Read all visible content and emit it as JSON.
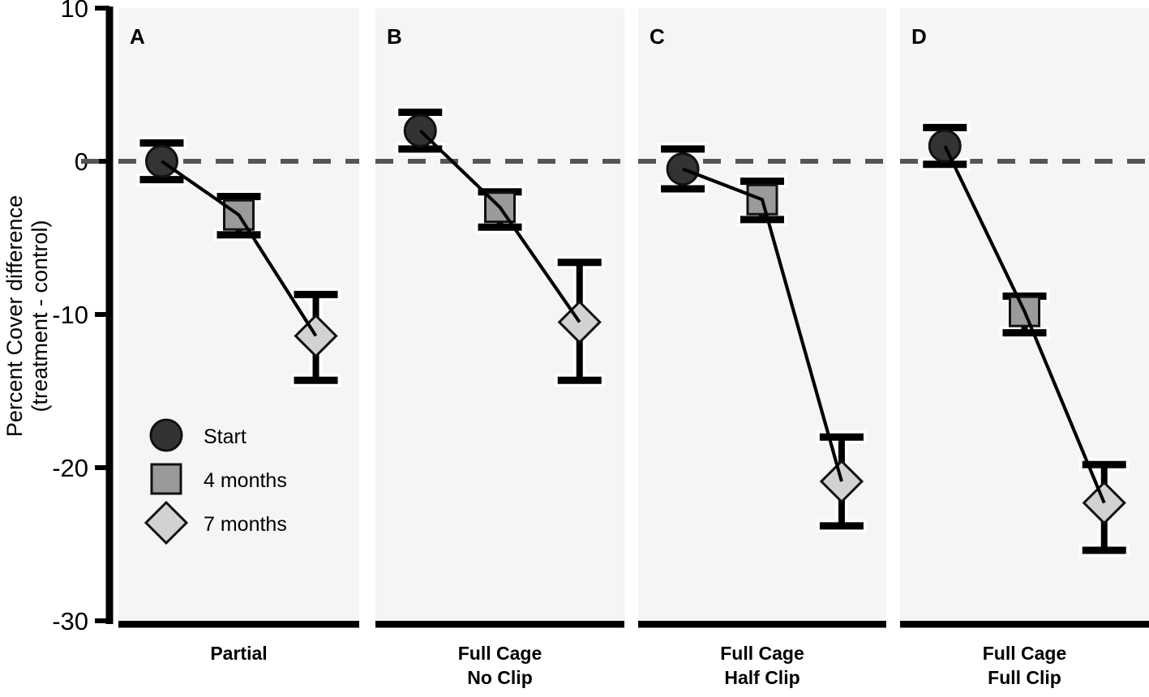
{
  "chart_data": {
    "type": "line",
    "title": "",
    "xlabel": "",
    "ylabel": "Percent Cover difference\n(treatment - control)",
    "ylabel_line1": "Percent Cover difference",
    "ylabel_line2": "(treatment - control)",
    "ylim": [
      -30,
      10
    ],
    "yticks": [
      10,
      0,
      -10,
      -20,
      -30
    ],
    "ytick_labels": [
      "10",
      "0",
      "-10",
      "-20",
      "-30"
    ],
    "grid": false,
    "reference_line": {
      "value": 0,
      "style": "dashed",
      "color": "#555555"
    },
    "legend": {
      "position": "lower-left-panel-A",
      "entries": [
        {
          "label": "Start",
          "marker": "circle",
          "fill": "#333333"
        },
        {
          "label": "4 months",
          "marker": "square",
          "fill": "#9a9a9a"
        },
        {
          "label": "7 months",
          "marker": "diamond",
          "fill": "#d2d2d2"
        }
      ]
    },
    "series": [
      {
        "name": "Start",
        "marker": "circle",
        "fill": "#333333"
      },
      {
        "name": "4 months",
        "marker": "square",
        "fill": "#9a9a9a"
      },
      {
        "name": "7 months",
        "marker": "diamond",
        "fill": "#d2d2d2"
      }
    ],
    "panels": [
      {
        "letter": "A",
        "category": "Partial",
        "category_lines": [
          "Partial"
        ],
        "points": [
          {
            "series": "Start",
            "x": 0.18,
            "value": 0.0,
            "err_low": -1.2,
            "err_high": 1.2
          },
          {
            "series": "4 months",
            "x": 0.5,
            "value": -3.5,
            "err_low": -4.8,
            "err_high": -2.3
          },
          {
            "series": "7 months",
            "x": 0.82,
            "value": -11.4,
            "err_low": -14.3,
            "err_high": -8.7
          }
        ]
      },
      {
        "letter": "B",
        "category": "Full Cage No Clip",
        "category_lines": [
          "Full Cage",
          "No Clip"
        ],
        "points": [
          {
            "series": "Start",
            "x": 0.18,
            "value": 2.0,
            "err_low": 0.8,
            "err_high": 3.2
          },
          {
            "series": "4 months",
            "x": 0.5,
            "value": -3.0,
            "err_low": -4.3,
            "err_high": -2.0
          },
          {
            "series": "7 months",
            "x": 0.82,
            "value": -10.5,
            "err_low": -14.3,
            "err_high": -6.6
          }
        ]
      },
      {
        "letter": "C",
        "category": "Full Cage Half Clip",
        "category_lines": [
          "Full Cage",
          "Half Clip"
        ],
        "points": [
          {
            "series": "Start",
            "x": 0.18,
            "value": -0.5,
            "err_low": -1.8,
            "err_high": 0.8
          },
          {
            "series": "4 months",
            "x": 0.5,
            "value": -2.5,
            "err_low": -3.8,
            "err_high": -1.3
          },
          {
            "series": "7 months",
            "x": 0.82,
            "value": -20.9,
            "err_low": -23.8,
            "err_high": -18.0
          }
        ]
      },
      {
        "letter": "D",
        "category": "Full Cage Full Clip",
        "category_lines": [
          "Full Cage",
          "Full Clip"
        ],
        "points": [
          {
            "series": "Start",
            "x": 0.18,
            "value": 1.0,
            "err_low": -0.2,
            "err_high": 2.2
          },
          {
            "series": "4 months",
            "x": 0.5,
            "value": -9.8,
            "err_low": -11.2,
            "err_high": -8.8
          },
          {
            "series": "7 months",
            "x": 0.82,
            "value": -22.3,
            "err_low": -25.4,
            "err_high": -19.8
          }
        ]
      }
    ],
    "colors": {
      "panel_background": "#f5f5f5",
      "axis": "#000000",
      "line": "#000000",
      "reference_dash": "#555555"
    }
  }
}
